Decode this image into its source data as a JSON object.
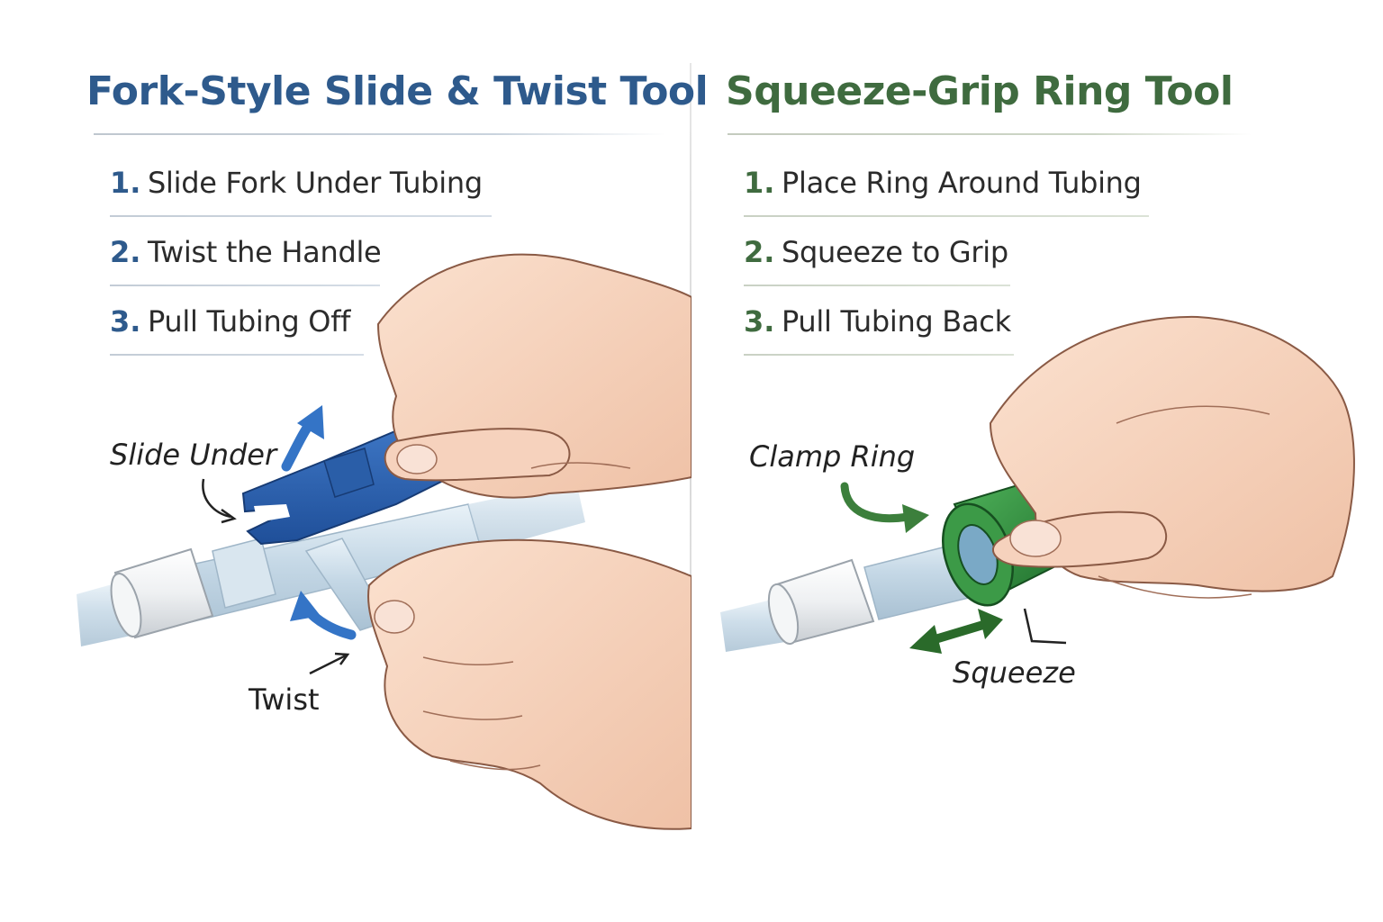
{
  "left": {
    "title": "Fork-Style Slide & Twist Tool",
    "steps": [
      {
        "num": "1.",
        "text": "Slide Fork Under Tubing"
      },
      {
        "num": "2.",
        "text": "Twist the Handle"
      },
      {
        "num": "3.",
        "text": "Pull Tubing Off"
      }
    ],
    "callouts": {
      "slide_under": "Slide Under",
      "twist": "Twist"
    }
  },
  "right": {
    "title": "Squeeze-Grip Ring Tool",
    "steps": [
      {
        "num": "1.",
        "text": "Place Ring Around Tubing"
      },
      {
        "num": "2.",
        "text": "Squeeze to Grip"
      },
      {
        "num": "3.",
        "text": "Pull Tubing Back"
      }
    ],
    "callouts": {
      "clamp_ring": "Clamp Ring",
      "squeeze": "Squeeze"
    }
  },
  "colors": {
    "left_accent": "#2e5a8c",
    "right_accent": "#3f6b3f",
    "fork_tool": "#2f67b8",
    "clamp_ring": "#2f8f3f",
    "skin": "#f6d2bd",
    "tubing": "#cfe0ec"
  },
  "icons": [
    "fork-tool-icon",
    "clamp-ring-icon",
    "hand-icon",
    "arrow-icon"
  ]
}
